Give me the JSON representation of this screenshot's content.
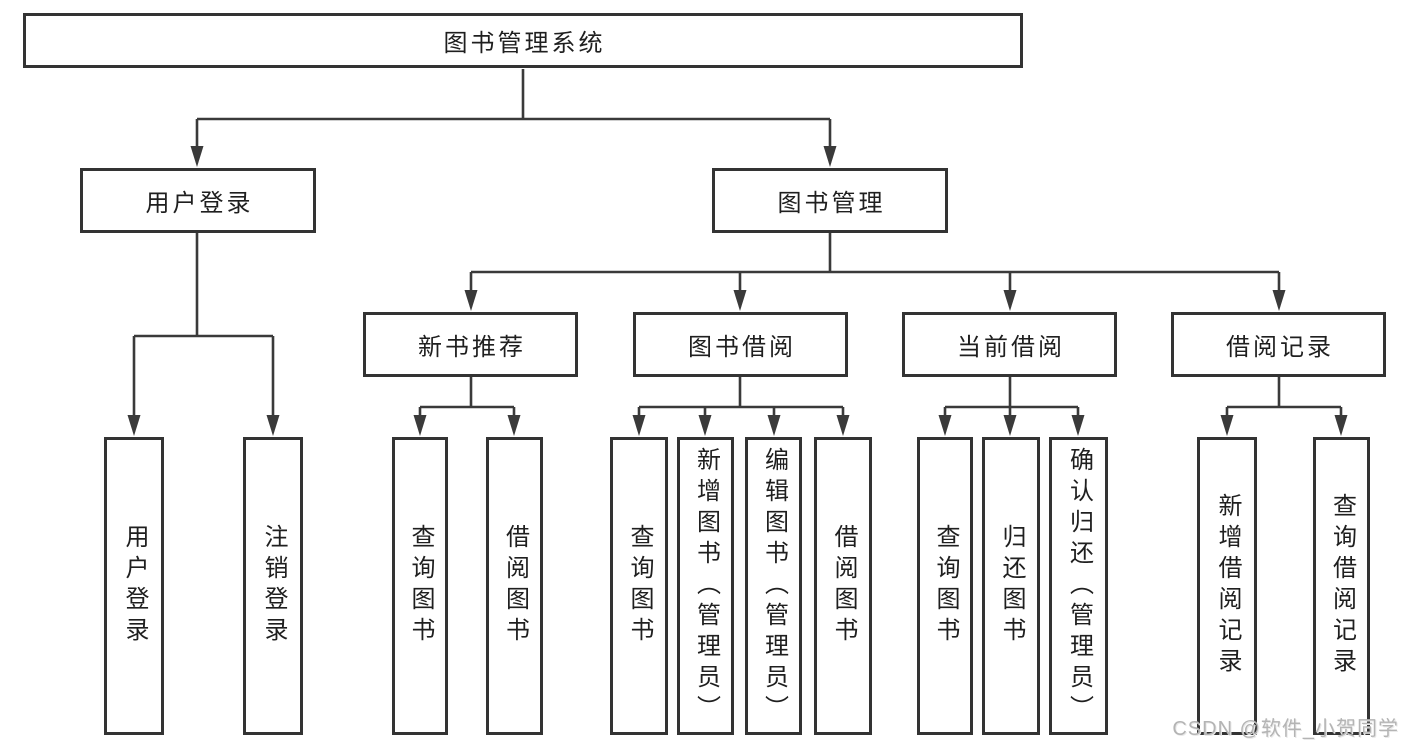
{
  "diagram": {
    "title": "图书管理系统",
    "level2": {
      "user_login": "用户登录",
      "book_mgmt": "图书管理"
    },
    "level3": {
      "new_book_rec": "新书推荐",
      "book_borrow": "图书借阅",
      "current_borrow": "当前借阅",
      "borrow_records": "借阅记录"
    },
    "leaves": {
      "user_login_leaf": "用户登录",
      "logout": "注销登录",
      "query_book_1": "查询图书",
      "borrow_book_1": "借阅图书",
      "query_book_2": "查询图书",
      "add_book_admin": "新增图书（管理员）",
      "edit_book_admin": "编辑图书（管理员）",
      "borrow_book_2": "借阅图书",
      "query_book_3": "查询图书",
      "return_book": "归还图书",
      "confirm_return_admin": "确认归还（管理员）",
      "add_borrow_record": "新增借阅记录",
      "query_borrow_record": "查询借阅记录"
    }
  },
  "watermark": "CSDN @软件_小贺同学",
  "colors": {
    "line": "#3a3a3a",
    "border": "#333333",
    "text": "#1f1f1f",
    "watermark": "#b4b4b4"
  }
}
